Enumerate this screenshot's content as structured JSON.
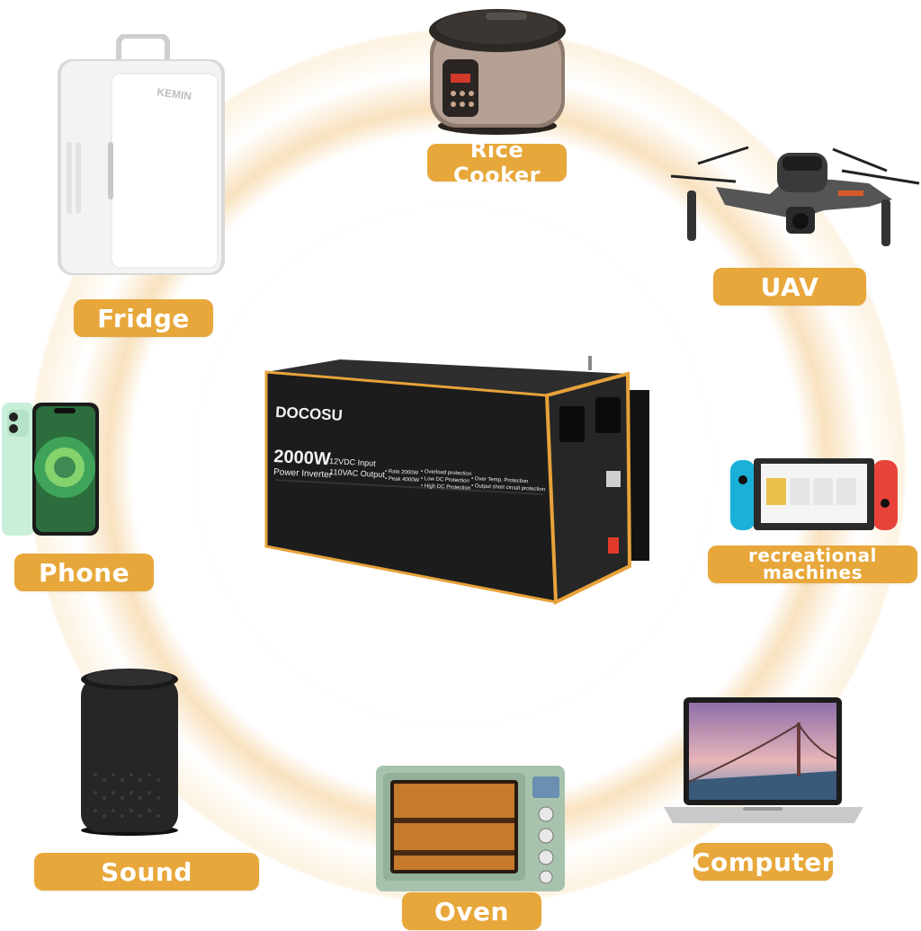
{
  "colors": {
    "label_bg": "#e7a73a",
    "label_text": "#ffffff",
    "glow": "#f3c98a",
    "inverter_body": "#1c1c1c",
    "inverter_trim": "#e8a23a"
  },
  "inverter": {
    "brand": "DOCOSU",
    "wattage": "2000W",
    "product": "Power Inverter",
    "input": "12VDC Input",
    "output": "110VAC Output",
    "rate": "• Rate 2000W",
    "peak": "• Peak 4000W",
    "overload": "• Overload protection",
    "low_dc": "• Low DC Protection",
    "high_dc": "• High DC Protection",
    "over_temp": "• Over Temp. Protection",
    "short_circuit": "• Output short circuit protection"
  },
  "labels": {
    "rice_cooker": "Rice Cooker",
    "fridge": "Fridge",
    "uav": "UAV",
    "phone": "Phone",
    "recreational_line1": "recreational",
    "recreational_line2": "machines",
    "sound": "Sound",
    "computer": "Computer",
    "oven": "Oven"
  },
  "device_marks": {
    "fridge_brand": "KEMIN"
  },
  "icons": [
    "rice-cooker-icon",
    "fridge-icon",
    "drone-icon",
    "phone-icon",
    "game-console-icon",
    "speaker-icon",
    "laptop-icon",
    "oven-icon",
    "power-inverter-icon"
  ]
}
